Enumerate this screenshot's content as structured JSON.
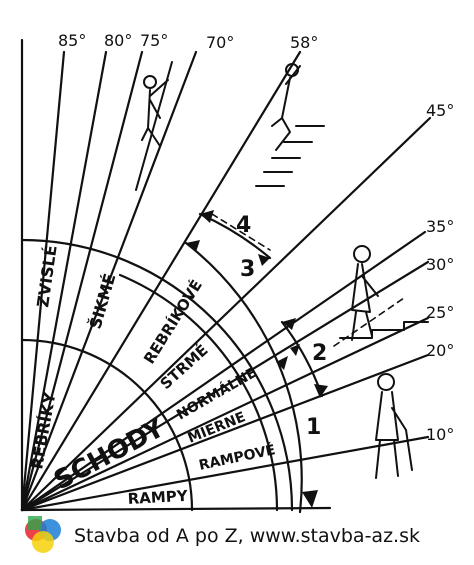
{
  "angles": {
    "a85": "85°",
    "a80": "80°",
    "a75": "75°",
    "a70": "70°",
    "a58": "58°",
    "a45": "45°",
    "a35": "35°",
    "a30": "30°",
    "a25": "25°",
    "a20": "20°",
    "a10": "10°"
  },
  "categories": {
    "zvisle": "ZVISLÉ",
    "sikme": "ŠIKMÉ",
    "rebrikove": "REBRÍKOVÉ",
    "strme": "STRMÉ",
    "normalne": "NORMÁLNE",
    "mierne": "MIERNE",
    "rampove": "RAMPOVÉ",
    "rebriky": "REBRÍKY",
    "schody": "SCHODY",
    "rampy": "RAMPY"
  },
  "ranges": {
    "r1": "1",
    "r2": "2",
    "r3": "3",
    "r4": "4"
  },
  "footer": {
    "text": "Stavba od A po Z, www.stavba-az.sk"
  },
  "logo_colors": [
    "#e8202a",
    "#1c7ed6",
    "#f5d10b",
    "#2aa84a",
    "#7b2fb5"
  ]
}
